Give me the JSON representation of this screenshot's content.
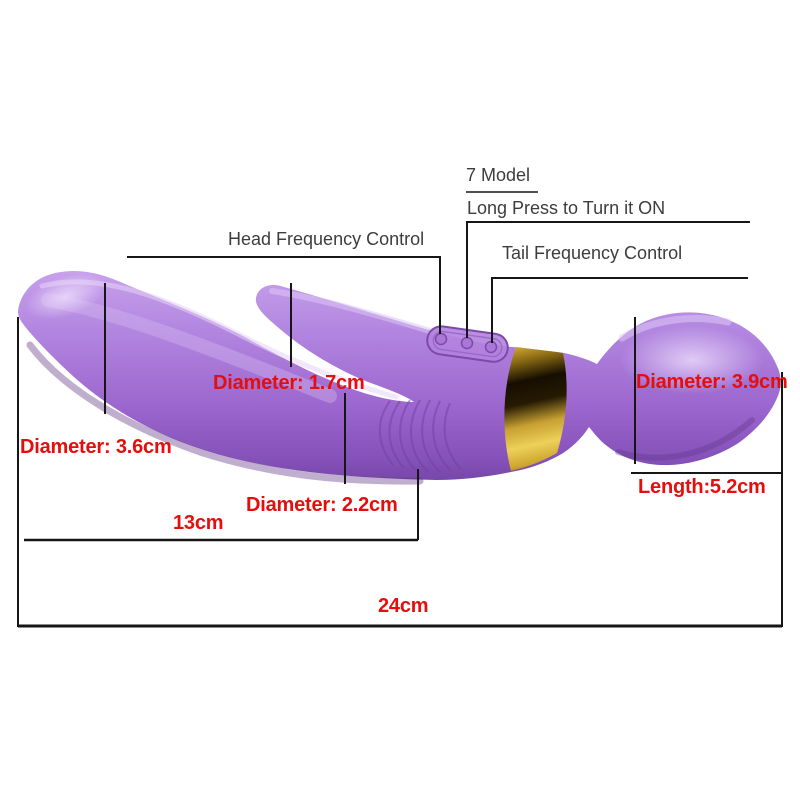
{
  "diagram": {
    "background": "#ffffff",
    "annotation_line_color": "#161616",
    "callouts": {
      "text_color": "#3d3d3d",
      "model": "7 Model",
      "power_hint": "Long Press to Turn it ON",
      "head_control": "Head Frequency Control",
      "tail_control": "Tail Frequency Control"
    },
    "measurements": {
      "text_color": "#e60d0d",
      "upper_arm_diameter": "Diameter: 1.7cm",
      "main_shaft_diameter": "Diameter: 3.6cm",
      "mid_shaft_diameter": "Diameter: 2.2cm",
      "wand_head_diameter": "Diameter: 3.9cm",
      "wand_head_length": "Length:5.2cm",
      "shaft_length": "13cm",
      "total_length": "24cm"
    },
    "device": {
      "kind": "dual-head wand massager illustration",
      "body_color": "#a06cd5",
      "band_color": "#d9b53b",
      "button_count": 3
    }
  }
}
